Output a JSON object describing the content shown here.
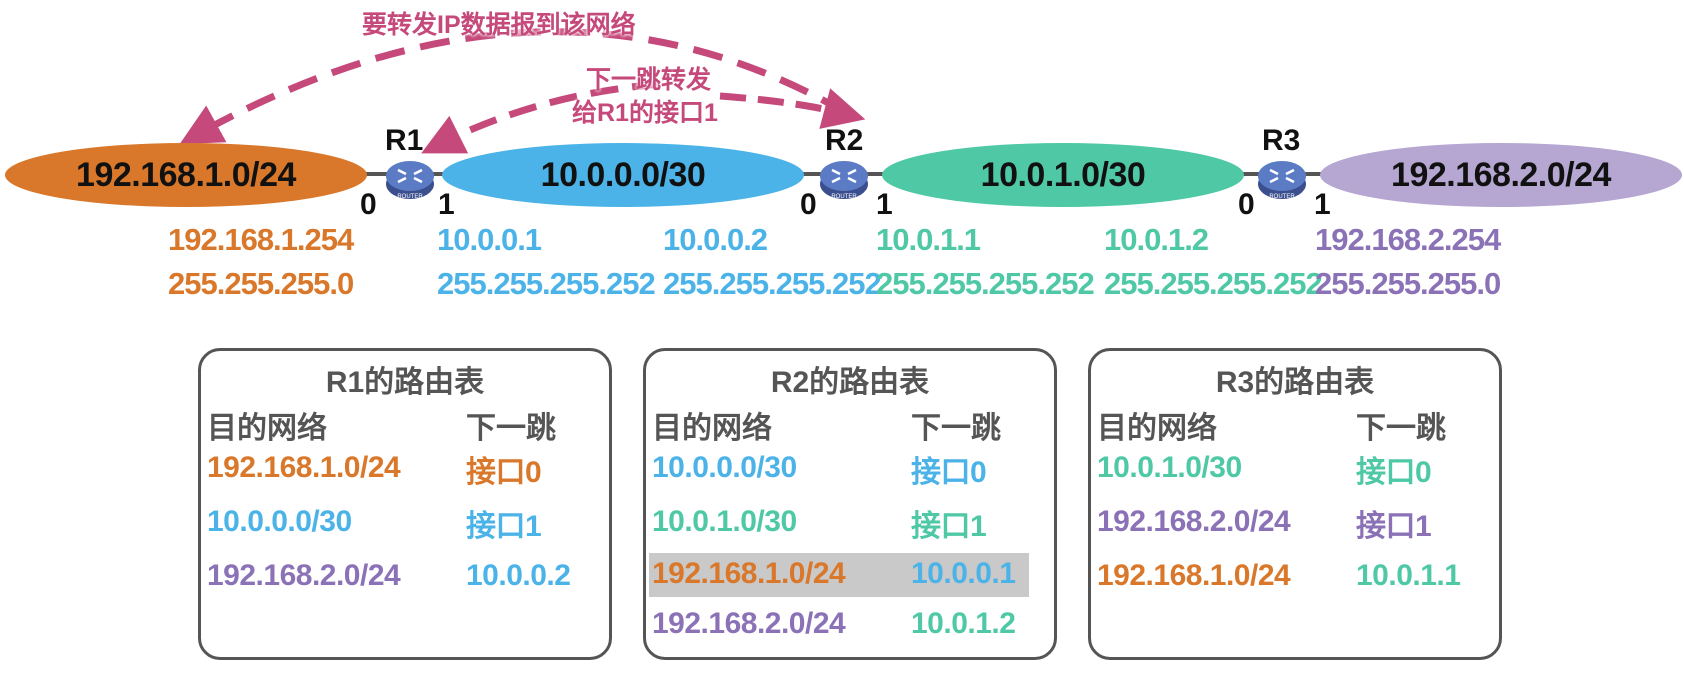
{
  "colors": {
    "orange": "#d9782a",
    "blue": "#4cb3e8",
    "teal": "#4fc8a6",
    "purple": "#8b72b6",
    "pink": "#c5497a",
    "gray": "#555555"
  },
  "annotations": {
    "forward": "要转发IP数据报到该网络",
    "next_hop_line1": "下一跳转发",
    "next_hop_line2": "给R1的接口1"
  },
  "networks": {
    "n1": "192.168.1.0/24",
    "n2": "10.0.0.0/30",
    "n3": "10.0.1.0/30",
    "n4": "192.168.2.0/24"
  },
  "routers": {
    "r1": {
      "name": "R1",
      "port0": "0",
      "port1": "1",
      "icon_text": "ROUTER"
    },
    "r2": {
      "name": "R2",
      "port0": "0",
      "port1": "1",
      "icon_text": "ROUTER"
    },
    "r3": {
      "name": "R3",
      "port0": "0",
      "port1": "1",
      "icon_text": "ROUTER"
    }
  },
  "addresses": {
    "a1": {
      "ip": "192.168.1.254",
      "mask": "255.255.255.0"
    },
    "a2": {
      "ip": "10.0.0.1",
      "mask": "255.255.255.252"
    },
    "a3": {
      "ip": "10.0.0.2",
      "mask": "255.255.255.252"
    },
    "a4": {
      "ip": "10.0.1.1",
      "mask": "255.255.255.252"
    },
    "a5": {
      "ip": "10.0.1.2",
      "mask": "255.255.255.252"
    },
    "a6": {
      "ip": "192.168.2.254",
      "mask": "255.255.255.0"
    }
  },
  "tables": {
    "r1": {
      "title": "R1的路由表",
      "col_dest": "目的网络",
      "col_next": "下一跳",
      "rows": [
        {
          "dest": "192.168.1.0/24",
          "next": "接口0"
        },
        {
          "dest": "10.0.0.0/30",
          "next": "接口1"
        },
        {
          "dest": "192.168.2.0/24",
          "next": "10.0.0.2"
        }
      ]
    },
    "r2": {
      "title": "R2的路由表",
      "col_dest": "目的网络",
      "col_next": "下一跳",
      "rows": [
        {
          "dest": "10.0.0.0/30",
          "next": "接口0"
        },
        {
          "dest": "10.0.1.0/30",
          "next": "接口1"
        },
        {
          "dest": "192.168.1.0/24",
          "next": "10.0.0.1"
        },
        {
          "dest": "192.168.2.0/24",
          "next": "10.0.1.2"
        }
      ]
    },
    "r3": {
      "title": "R3的路由表",
      "col_dest": "目的网络",
      "col_next": "下一跳",
      "rows": [
        {
          "dest": "10.0.1.0/30",
          "next": "接口0"
        },
        {
          "dest": "192.168.2.0/24",
          "next": "接口1"
        },
        {
          "dest": "192.168.1.0/24",
          "next": "10.0.1.1"
        }
      ]
    }
  }
}
